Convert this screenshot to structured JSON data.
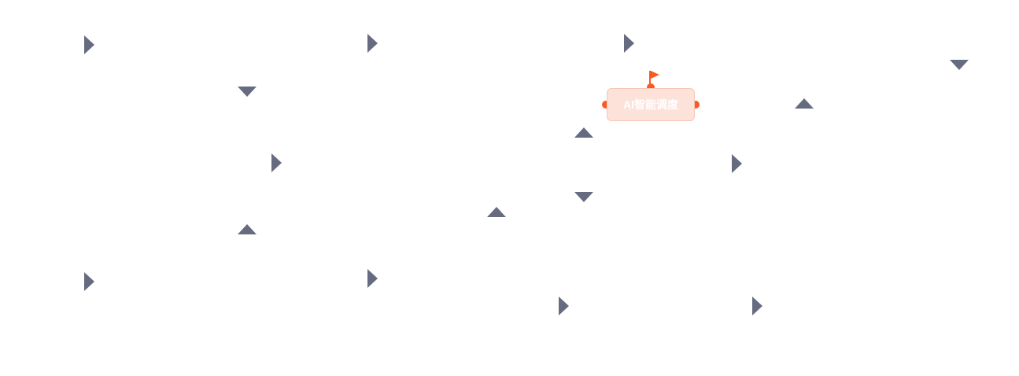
{
  "theme": {
    "arrow_color": "#666b7f",
    "accent_color": "#fa5a22",
    "node_fill": "#fde2d9",
    "node_border": "#f6c7b6",
    "node_text_color": "#ffffff",
    "background": "#ffffff"
  },
  "node": {
    "label": "AI智能调度",
    "icon": "flag-icon"
  },
  "arrows": [
    {
      "id": "a1",
      "direction": "right"
    },
    {
      "id": "a2",
      "direction": "right"
    },
    {
      "id": "a3",
      "direction": "right"
    },
    {
      "id": "a4",
      "direction": "down"
    },
    {
      "id": "a5",
      "direction": "down"
    },
    {
      "id": "a6",
      "direction": "up"
    },
    {
      "id": "a7",
      "direction": "up"
    },
    {
      "id": "a8",
      "direction": "right"
    },
    {
      "id": "a9",
      "direction": "right"
    },
    {
      "id": "a10",
      "direction": "down"
    },
    {
      "id": "a11",
      "direction": "up"
    },
    {
      "id": "a12",
      "direction": "up"
    },
    {
      "id": "a13",
      "direction": "right"
    },
    {
      "id": "a14",
      "direction": "right"
    },
    {
      "id": "a15",
      "direction": "right"
    },
    {
      "id": "a16",
      "direction": "right"
    }
  ]
}
